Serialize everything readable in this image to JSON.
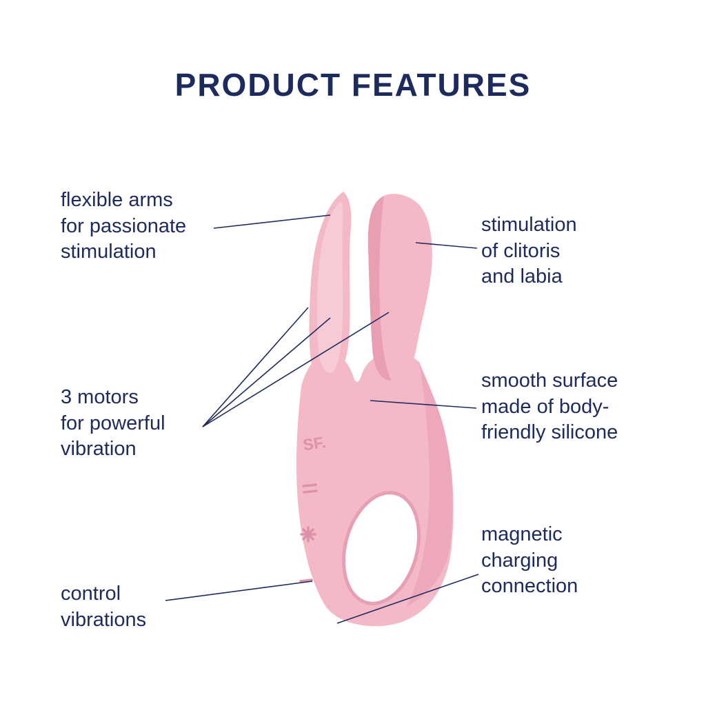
{
  "title": "PRODUCT FEATURES",
  "colors": {
    "text_navy": "#1c2a5e",
    "device_pink": "#f3b9c7",
    "device_shade_pink": "#e294aa",
    "device_highlight_pink": "#f8cfda",
    "background": "#ffffff"
  },
  "labels": {
    "flexible_arms": "flexible arms\nfor passionate\nstimulation",
    "stimulation": "stimulation\nof clitoris\nand labia",
    "motors": "3 motors\nfor powerful\nvibration",
    "smooth_surface": "smooth surface\nmade of body-\nfriendly silicone",
    "magnetic": "magnetic\ncharging\nconnection",
    "control": "control\nvibrations"
  },
  "product": {
    "description": "pink three-armed vibrator illustration",
    "logo": "SF."
  }
}
